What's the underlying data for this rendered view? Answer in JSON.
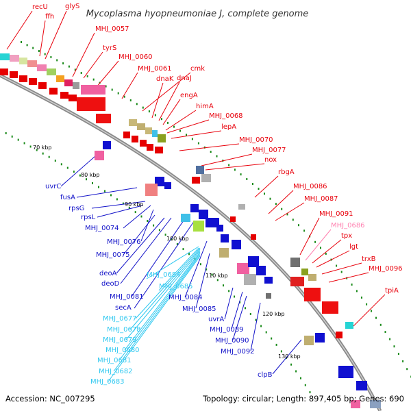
{
  "title": "Mycoplasma hyopneumoniae J, complete genome",
  "accession_text": "Accession: NC_007295",
  "stats_text": "Topology: circular; Length: 897,405 bp; Genes: 690",
  "colors": {
    "forward_label": "#e8000b",
    "reverse_label": "#1010c8",
    "rna_label": "#2ec8f0",
    "pink_label": "#ff80b0",
    "backbone": "#888888",
    "tick_dots": "#1a8a1a"
  },
  "kbp_ticks": [
    "70 kbp",
    "80 kbp",
    "90 kbp",
    "100 kbp",
    "110 kbp",
    "120 kbp",
    "130 kbp"
  ],
  "forward_gene_labels": [
    "recU",
    "ffh",
    "glyS",
    "MHJ_0057",
    "tyrS",
    "MHJ_0060",
    "MHJ_0061",
    "cmk",
    "dnaK",
    "dnaJ",
    "engA",
    "himA",
    "MHJ_0068",
    "lepA",
    "MHJ_0070",
    "MHJ_0077",
    "nox",
    "rbgA",
    "MHJ_0086",
    "MHJ_0087",
    "MHJ_0091",
    "MHJ_0686",
    "tpx",
    "lgt",
    "trxB",
    "MHJ_0096",
    "tpiA"
  ],
  "reverse_gene_labels": [
    "uvrC",
    "fusA",
    "rpsG",
    "rpsL",
    "MHJ_0074",
    "MHJ_0076",
    "MHJ_0075",
    "deoA",
    "deoD",
    "MHJ_0081",
    "secA",
    "MHJ_0084",
    "MHJ_0085",
    "uvrA",
    "MHJ_0089",
    "MHJ_0090",
    "MHJ_0092",
    "clpB"
  ],
  "rna_gene_labels": [
    "MHJ_0684",
    "MHJ_0685",
    "MHJ_0677",
    "MHJ_0678",
    "MHJ_0679",
    "MHJ_0680",
    "MHJ_0681",
    "MHJ_0682",
    "MHJ_0683"
  ]
}
